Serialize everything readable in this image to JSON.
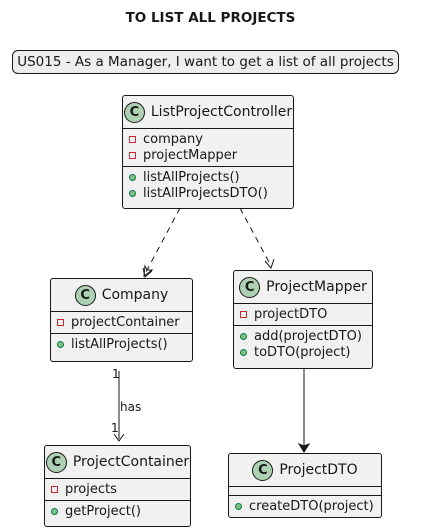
{
  "diagram": {
    "title": "TO LIST ALL PROJECTS",
    "note": "US015 - As a Manager, I want to get a list of all projects",
    "classes": {
      "list_project_controller": {
        "badge": "C",
        "name": "ListProjectController",
        "attributes": [
          "company",
          "projectMapper"
        ],
        "methods": [
          "listAllProjects()",
          "listAllProjectsDTO()"
        ]
      },
      "company": {
        "badge": "C",
        "name": "Company",
        "attributes": [
          "projectContainer"
        ],
        "methods": [
          "listAllProjects()"
        ]
      },
      "project_mapper": {
        "badge": "C",
        "name": "ProjectMapper",
        "attributes": [
          "projectDTO"
        ],
        "methods": [
          "add(projectDTO)",
          "toDTO(project)"
        ]
      },
      "project_container": {
        "badge": "C",
        "name": "ProjectContainer",
        "attributes": [
          "projects"
        ],
        "methods": [
          "getProject()"
        ]
      },
      "project_dto": {
        "badge": "C",
        "name": "ProjectDTO",
        "attributes": [],
        "methods": [
          "createDTO(project)"
        ]
      }
    },
    "relations": {
      "company_container": {
        "label": "has",
        "source_multiplicity": "1",
        "target_multiplicity": "1"
      }
    }
  }
}
